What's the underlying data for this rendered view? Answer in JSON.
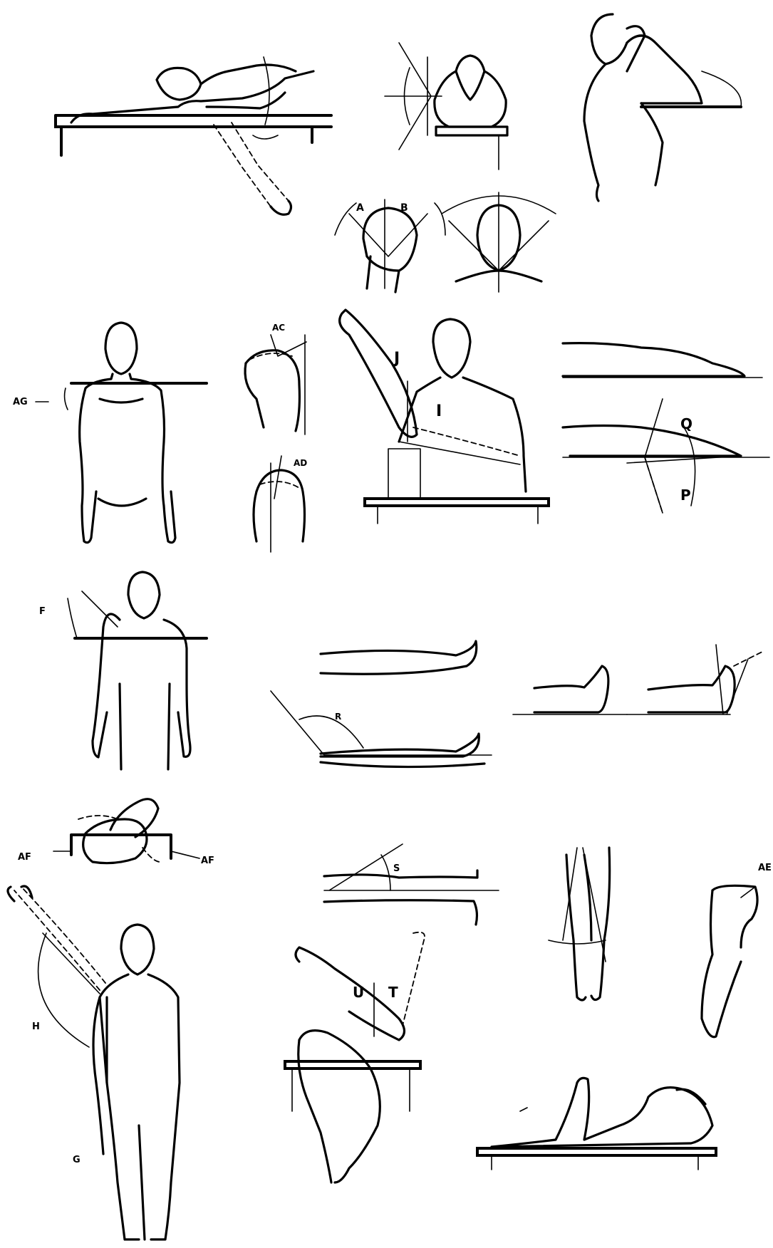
{
  "background": "#ffffff",
  "ink": "#000000",
  "labels": {
    "A": "A",
    "B": "B",
    "AC": "AC",
    "AD": "AD",
    "AG": "AG",
    "J": "J",
    "I": "I",
    "Q": "Q",
    "P": "P",
    "F": "F",
    "R": "R",
    "AF_left": "AF",
    "AF_right": "AF",
    "S": "S",
    "AE": "AE",
    "H": "H",
    "G": "G",
    "U": "U",
    "T": "T"
  }
}
